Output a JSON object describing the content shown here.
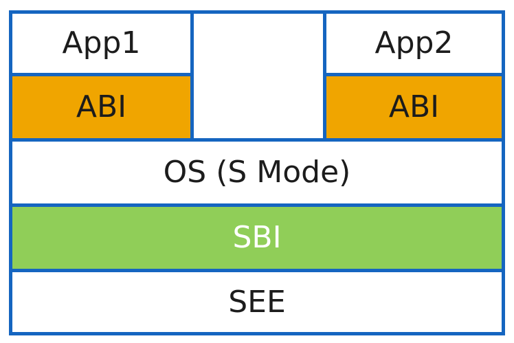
{
  "diagram": {
    "type": "stack-block-diagram",
    "blocks": {
      "app1": "App1",
      "abi_left": "ABI",
      "app2": "App2",
      "abi_right": "ABI",
      "os": "OS (S Mode)",
      "sbi": "SBI",
      "see": "SEE"
    },
    "colors": {
      "border_blue": "#1565c0",
      "abi_orange": "#f0a500",
      "sbi_green": "#90ce58",
      "box_white": "#ffffff",
      "text_dark": "#1c1c1c",
      "text_light": "#ffffff",
      "page_bg": "#ffffff"
    }
  }
}
